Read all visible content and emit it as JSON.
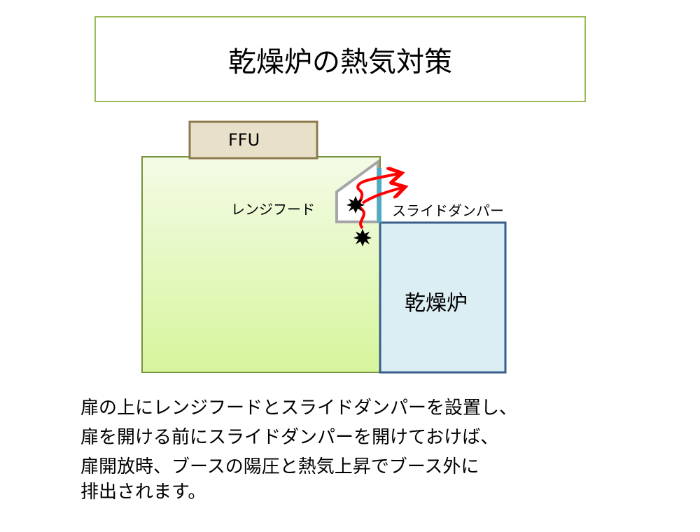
{
  "title": "乾燥炉の熱気対策",
  "diagram": {
    "ffu_label": "FFU",
    "range_hood_label": "レンジフード",
    "slide_damper_label": "スライドダンパー",
    "oven_label": "乾燥炉"
  },
  "description": [
    "扉の上にレンジフードとスライドダンパーを設置し、",
    "扉を開ける前にスライドダンパーを開けておけば、",
    "扉開放時、ブースの陽圧と熱気上昇でブース外に",
    "排出されます。"
  ],
  "colors": {
    "title_border": "#9bbb59",
    "booth_fill_top": "#f2fadf",
    "booth_fill_bottom": "#d8f5a0",
    "booth_border": "#76923c",
    "ffu_fill": "#e8e0c8",
    "oven_fill": "#dbeef4",
    "oven_border": "#385d8a",
    "hood_border": "#a6a6a6",
    "damper": "#4bacc6",
    "heat_arrow": "#ff0000"
  }
}
